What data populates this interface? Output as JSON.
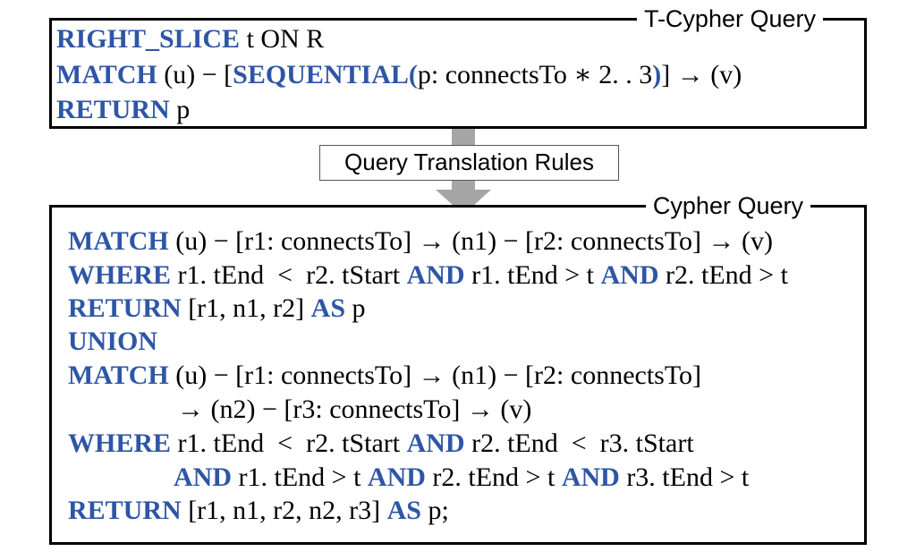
{
  "top_query": {
    "title": "T-Cypher Query",
    "lines": [
      [
        {
          "t": "RIGHT_SLICE",
          "k": true
        },
        {
          "t": " t ON R",
          "k": false
        }
      ],
      [
        {
          "t": "MATCH",
          "k": true
        },
        {
          "t": " (u) − [",
          "k": false
        },
        {
          "t": "SEQUENTIAL(",
          "k": true
        },
        {
          "t": "p: connectsTo ∗ 2. . 3",
          "k": false
        },
        {
          "t": ")",
          "k": true
        },
        {
          "t": "] → (v)",
          "k": false
        }
      ],
      [
        {
          "t": "RETURN",
          "k": true
        },
        {
          "t": " p",
          "k": false
        }
      ]
    ]
  },
  "rules_label": "Query Translation Rules",
  "bottom_query": {
    "title": "Cypher Query",
    "lines": [
      [
        {
          "t": "MATCH",
          "k": true
        },
        {
          "t": " (u) − [r1: connectsTo] → (n1) − [r2: connectsTo] → (v)",
          "k": false
        }
      ],
      [
        {
          "t": "WHERE",
          "k": true
        },
        {
          "t": " r1. tEnd  <  r2. tStart ",
          "k": false
        },
        {
          "t": "AND",
          "k": true
        },
        {
          "t": " r1. tEnd > t ",
          "k": false
        },
        {
          "t": "AND",
          "k": true
        },
        {
          "t": " r2. tEnd > t",
          "k": false
        }
      ],
      [
        {
          "t": "RETURN",
          "k": true
        },
        {
          "t": " [r1, n1, r2] ",
          "k": false
        },
        {
          "t": "AS",
          "k": true
        },
        {
          "t": " p",
          "k": false
        }
      ],
      [
        {
          "t": "UNION",
          "k": true
        }
      ],
      [
        {
          "t": "MATCH",
          "k": true
        },
        {
          "t": " (u) − [r1: connectsTo] → (n1) − [r2: connectsTo]",
          "k": false
        }
      ],
      [
        {
          "t": "→ (n2) − [r3: connectsTo] → (v)",
          "k": false
        }
      ],
      [
        {
          "t": "WHERE",
          "k": true
        },
        {
          "t": " r1. tEnd  <  r2. tStart ",
          "k": false
        },
        {
          "t": "AND",
          "k": true
        },
        {
          "t": " r2. tEnd  <  r3. tStart",
          "k": false
        }
      ],
      [
        {
          "t": "AND",
          "k": true
        },
        {
          "t": " r1. tEnd > t ",
          "k": false
        },
        {
          "t": "AND",
          "k": true
        },
        {
          "t": " r2. tEnd > t ",
          "k": false
        },
        {
          "t": "AND",
          "k": true
        },
        {
          "t": " r3. tEnd > t",
          "k": false
        }
      ],
      [
        {
          "t": "RETURN",
          "k": true
        },
        {
          "t": " [r1, n1, r2, n2, r3] ",
          "k": false
        },
        {
          "t": "AS",
          "k": true
        },
        {
          "t": " p;",
          "k": false
        }
      ]
    ]
  },
  "colors": {
    "keyword": "#2e56a6",
    "arrow": "#a6a6a6",
    "border": "#000000"
  }
}
